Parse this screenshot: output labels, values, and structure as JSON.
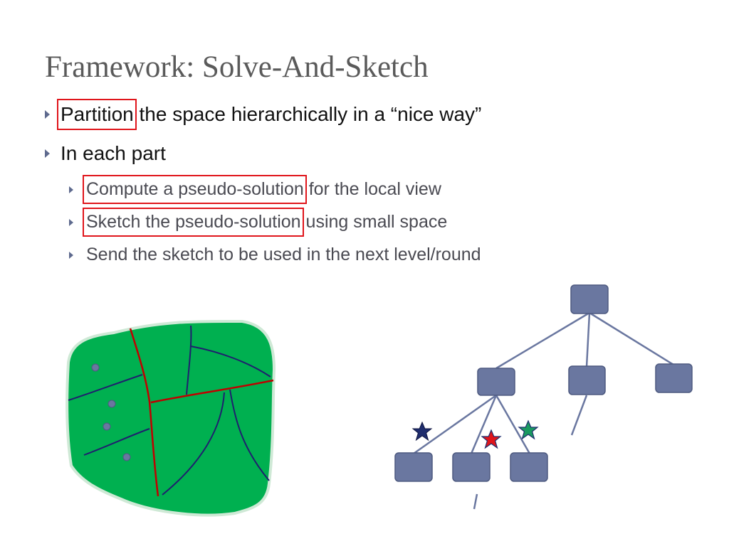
{
  "slide": {
    "title": "Framework: Solve-And-Sketch",
    "bullets": [
      {
        "highlight": "Partition",
        "rest": " the space hierarchically in a “nice way”"
      },
      {
        "text": "In each part"
      }
    ],
    "subbullets": [
      {
        "highlight": "Compute a pseudo-solution",
        "rest": " for the local view"
      },
      {
        "highlight": "Sketch the pseudo-solution",
        "rest": " using small space"
      },
      {
        "text": "Send the sketch to be used in the next level/round"
      }
    ]
  },
  "colors": {
    "highlight_box": "#e0151b",
    "region_fill": "#00b050",
    "partition_line_red": "#c00000",
    "partition_line_blue": "#1f1f6e",
    "tree_node": "#6a77a0",
    "star_colors": [
      "#1f2d6e",
      "#e0151b",
      "#1a9a60"
    ]
  },
  "icons": [
    "bullet-arrow-icon",
    "star-icon"
  ]
}
